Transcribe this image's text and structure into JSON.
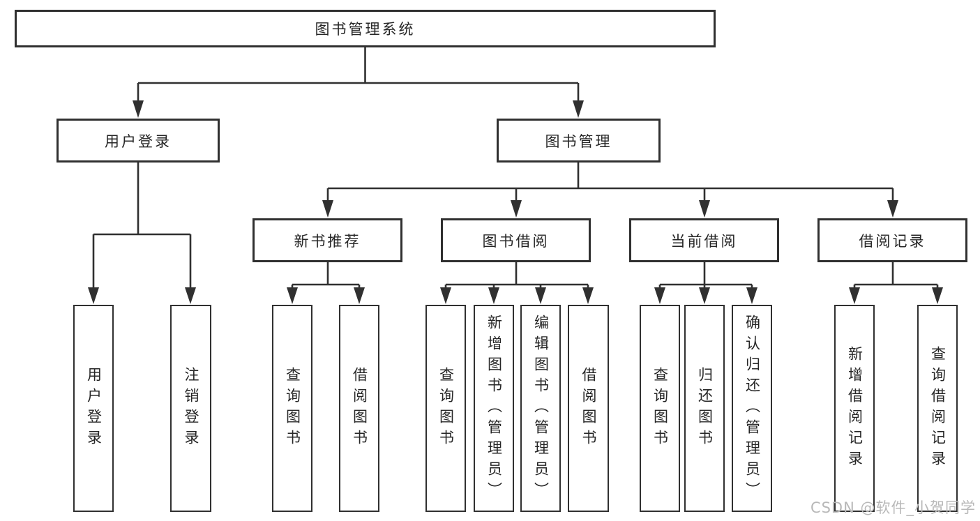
{
  "diagram": {
    "type": "hierarchy-tree",
    "colors": {
      "line": "#303030",
      "text": "#262626",
      "background": "#ffffff",
      "watermark": "#b8b8b8"
    },
    "root": {
      "label": "图书管理系统"
    },
    "level2": [
      {
        "label": "用户登录"
      },
      {
        "label": "图书管理"
      }
    ],
    "level3": [
      {
        "label": "新书推荐",
        "parent": "图书管理"
      },
      {
        "label": "图书借阅",
        "parent": "图书管理"
      },
      {
        "label": "当前借阅",
        "parent": "图书管理"
      },
      {
        "label": "借阅记录",
        "parent": "图书管理"
      }
    ],
    "leaves": [
      {
        "label": "用户登录",
        "parent": "用户登录"
      },
      {
        "label": "注销登录",
        "parent": "用户登录"
      },
      {
        "label": "查询图书",
        "parent": "新书推荐"
      },
      {
        "label": "借阅图书",
        "parent": "新书推荐"
      },
      {
        "label": "查询图书",
        "parent": "图书借阅"
      },
      {
        "label": "新增图书（管理员）",
        "parent": "图书借阅"
      },
      {
        "label": "编辑图书（管理员）",
        "parent": "图书借阅"
      },
      {
        "label": "借阅图书",
        "parent": "图书借阅"
      },
      {
        "label": "查询图书",
        "parent": "当前借阅"
      },
      {
        "label": "归还图书",
        "parent": "当前借阅"
      },
      {
        "label": "确认归还（管理员）",
        "parent": "当前借阅"
      },
      {
        "label": "新增借阅记录",
        "parent": "借阅记录"
      },
      {
        "label": "查询借阅记录",
        "parent": "借阅记录"
      }
    ],
    "watermark": "CSDN @软件_小贺同学"
  }
}
